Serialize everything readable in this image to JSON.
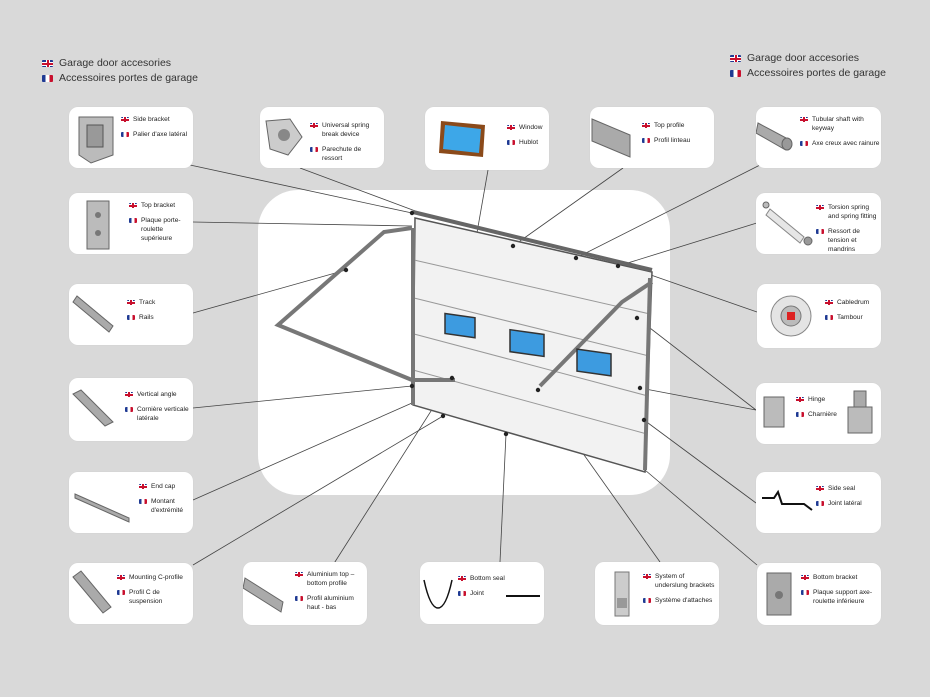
{
  "legend_left": {
    "en": "Garage door accesories",
    "fr": "Accessoires portes de garage"
  },
  "legend_right": {
    "en": "Garage door accesories",
    "fr": "Accessoires portes de garage"
  },
  "parts": [
    {
      "id": "side-bracket",
      "en": "Side bracket",
      "fr": "Palier d'axe latéral"
    },
    {
      "id": "spring-break",
      "en": "Universal spring break device",
      "fr": "Parechute de ressort"
    },
    {
      "id": "window",
      "en": "Window",
      "fr": "Hublot"
    },
    {
      "id": "top-profile",
      "en": "Top profile",
      "fr": "Profil linteau"
    },
    {
      "id": "tubular-shaft",
      "en": "Tubular shaft with keyway",
      "fr": "Axe creux avec rainure"
    },
    {
      "id": "top-bracket",
      "en": "Top bracket",
      "fr": "Plaque porte-roulette supérieure"
    },
    {
      "id": "torsion-spring",
      "en": "Torsion spring and spring fitting",
      "fr": "Ressort de tension et mandrins"
    },
    {
      "id": "track",
      "en": "Track",
      "fr": "Rails"
    },
    {
      "id": "cabledrum",
      "en": "Cabledrum",
      "fr": "Tambour"
    },
    {
      "id": "vertical-angle",
      "en": "Vertical angle",
      "fr": "Cornière verticale latérale"
    },
    {
      "id": "hinge",
      "en": "Hinge",
      "fr": "Charnière"
    },
    {
      "id": "end-cap",
      "en": "End cap",
      "fr": "Montant d'extrémité"
    },
    {
      "id": "side-seal",
      "en": "Side seal",
      "fr": "Joint latéral"
    },
    {
      "id": "mounting-c-profile",
      "en": "Mounting C-profile",
      "fr": "Profil C de suspension"
    },
    {
      "id": "aluminium-profile",
      "en": "Aluminium top – bottom profile",
      "fr": "Profil aluminium haut - bas"
    },
    {
      "id": "bottom-seal",
      "en": "Bottom seal",
      "fr": "Joint"
    },
    {
      "id": "underslung",
      "en": "System of underslung brackets",
      "fr": "Système d'attaches"
    },
    {
      "id": "bottom-bracket",
      "en": "Bottom bracket",
      "fr": "Plaque support axe-roulette inférieure"
    }
  ]
}
